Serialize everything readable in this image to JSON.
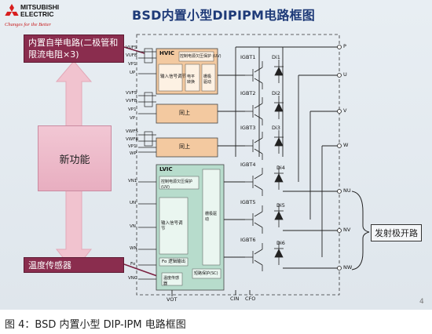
{
  "header": {
    "brand_line1": "MITSUBISHI",
    "brand_line2": "ELECTRIC",
    "tagline": "Changes for the Better",
    "title": "BSD内置小型DIPIPM电路框图"
  },
  "callouts": {
    "bootstrap": "内置自举电路(二极管和限流电阻×3)",
    "new_function": "新功能",
    "temp_sensor": "温度传感器",
    "open_emitter": "发射极开路"
  },
  "blocks": {
    "hvic_title": "HVIC",
    "hvic_uv": "控制电源欠压保护 (UV)",
    "hvic_input": "输入信号调节",
    "hvic_level_shift": "电平转换",
    "hvic_drive": "栅极驱动",
    "same1": "同上",
    "same2": "同上",
    "lvic_title": "LVIC",
    "lvic_uv": "控制电源欠压保护 (UV)",
    "lvic_input": "输入信号调节",
    "lvic_drive": "栅极驱动",
    "lvic_fo": "Fo 逻辑输出",
    "lvic_temp": "温度传感器",
    "lvic_sc": "短路保护(SC)"
  },
  "pins_left": [
    "VUFS",
    "VUFB",
    "VP1",
    "UP",
    "VVFS",
    "VVFB",
    "VP1",
    "VP",
    "VWFS",
    "VWFB",
    "VP1",
    "WP",
    "VN1",
    "UN",
    "VN",
    "WN",
    "Fo",
    "VNC"
  ],
  "pins_right": [
    "P",
    "U",
    "V",
    "W",
    "NU",
    "NV",
    "NW"
  ],
  "pins_bottom": [
    "VOT",
    "CIN",
    "CFO"
  ],
  "igbts": [
    "IGBT1",
    "IGBT2",
    "IGBT3",
    "IGBT4",
    "IGBT5",
    "IGBT6"
  ],
  "diodes": [
    "Di1",
    "Di2",
    "Di3",
    "Di4",
    "Di5",
    "Di6"
  ],
  "page_number": "4",
  "caption": "图 4：BSD 内置小型 DIP-IPM 电路框图",
  "colors": {
    "title": "#1e3a78",
    "callout_red": "#8a2d4e",
    "new_function_pink": "#e8aec0",
    "hvic_orange": "#f3c9a0",
    "lvic_green": "#b7dccc",
    "arrow_pink": "#f1c3cf"
  }
}
